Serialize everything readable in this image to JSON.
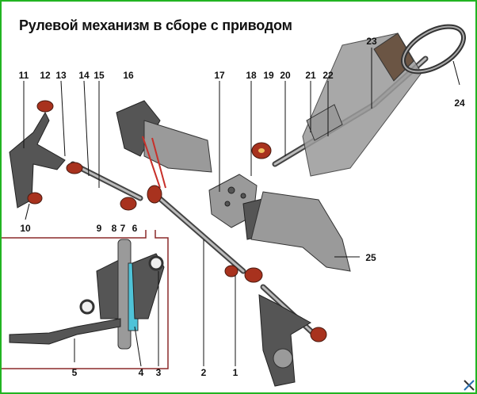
{
  "title": "Рулевой механизм в сборе с приводом",
  "labels": {
    "l1": "1",
    "l2": "2",
    "l3": "3",
    "l4": "4",
    "l5": "5",
    "l6": "6",
    "l7": "7",
    "l8": "8",
    "l9": "9",
    "l10": "10",
    "l11": "11",
    "l12": "12",
    "l13": "13",
    "l14": "14",
    "l15": "15",
    "l16": "16",
    "l17": "17",
    "l18": "18",
    "l19": "19",
    "l20": "20",
    "l21": "21",
    "l22": "22",
    "l23": "23",
    "l24": "24",
    "l25": "25"
  },
  "colors": {
    "border": "#22b422",
    "inset_border": "#8b2a2a",
    "accent_red": "#a8321e",
    "accent_cyan": "#4fc3d8"
  }
}
